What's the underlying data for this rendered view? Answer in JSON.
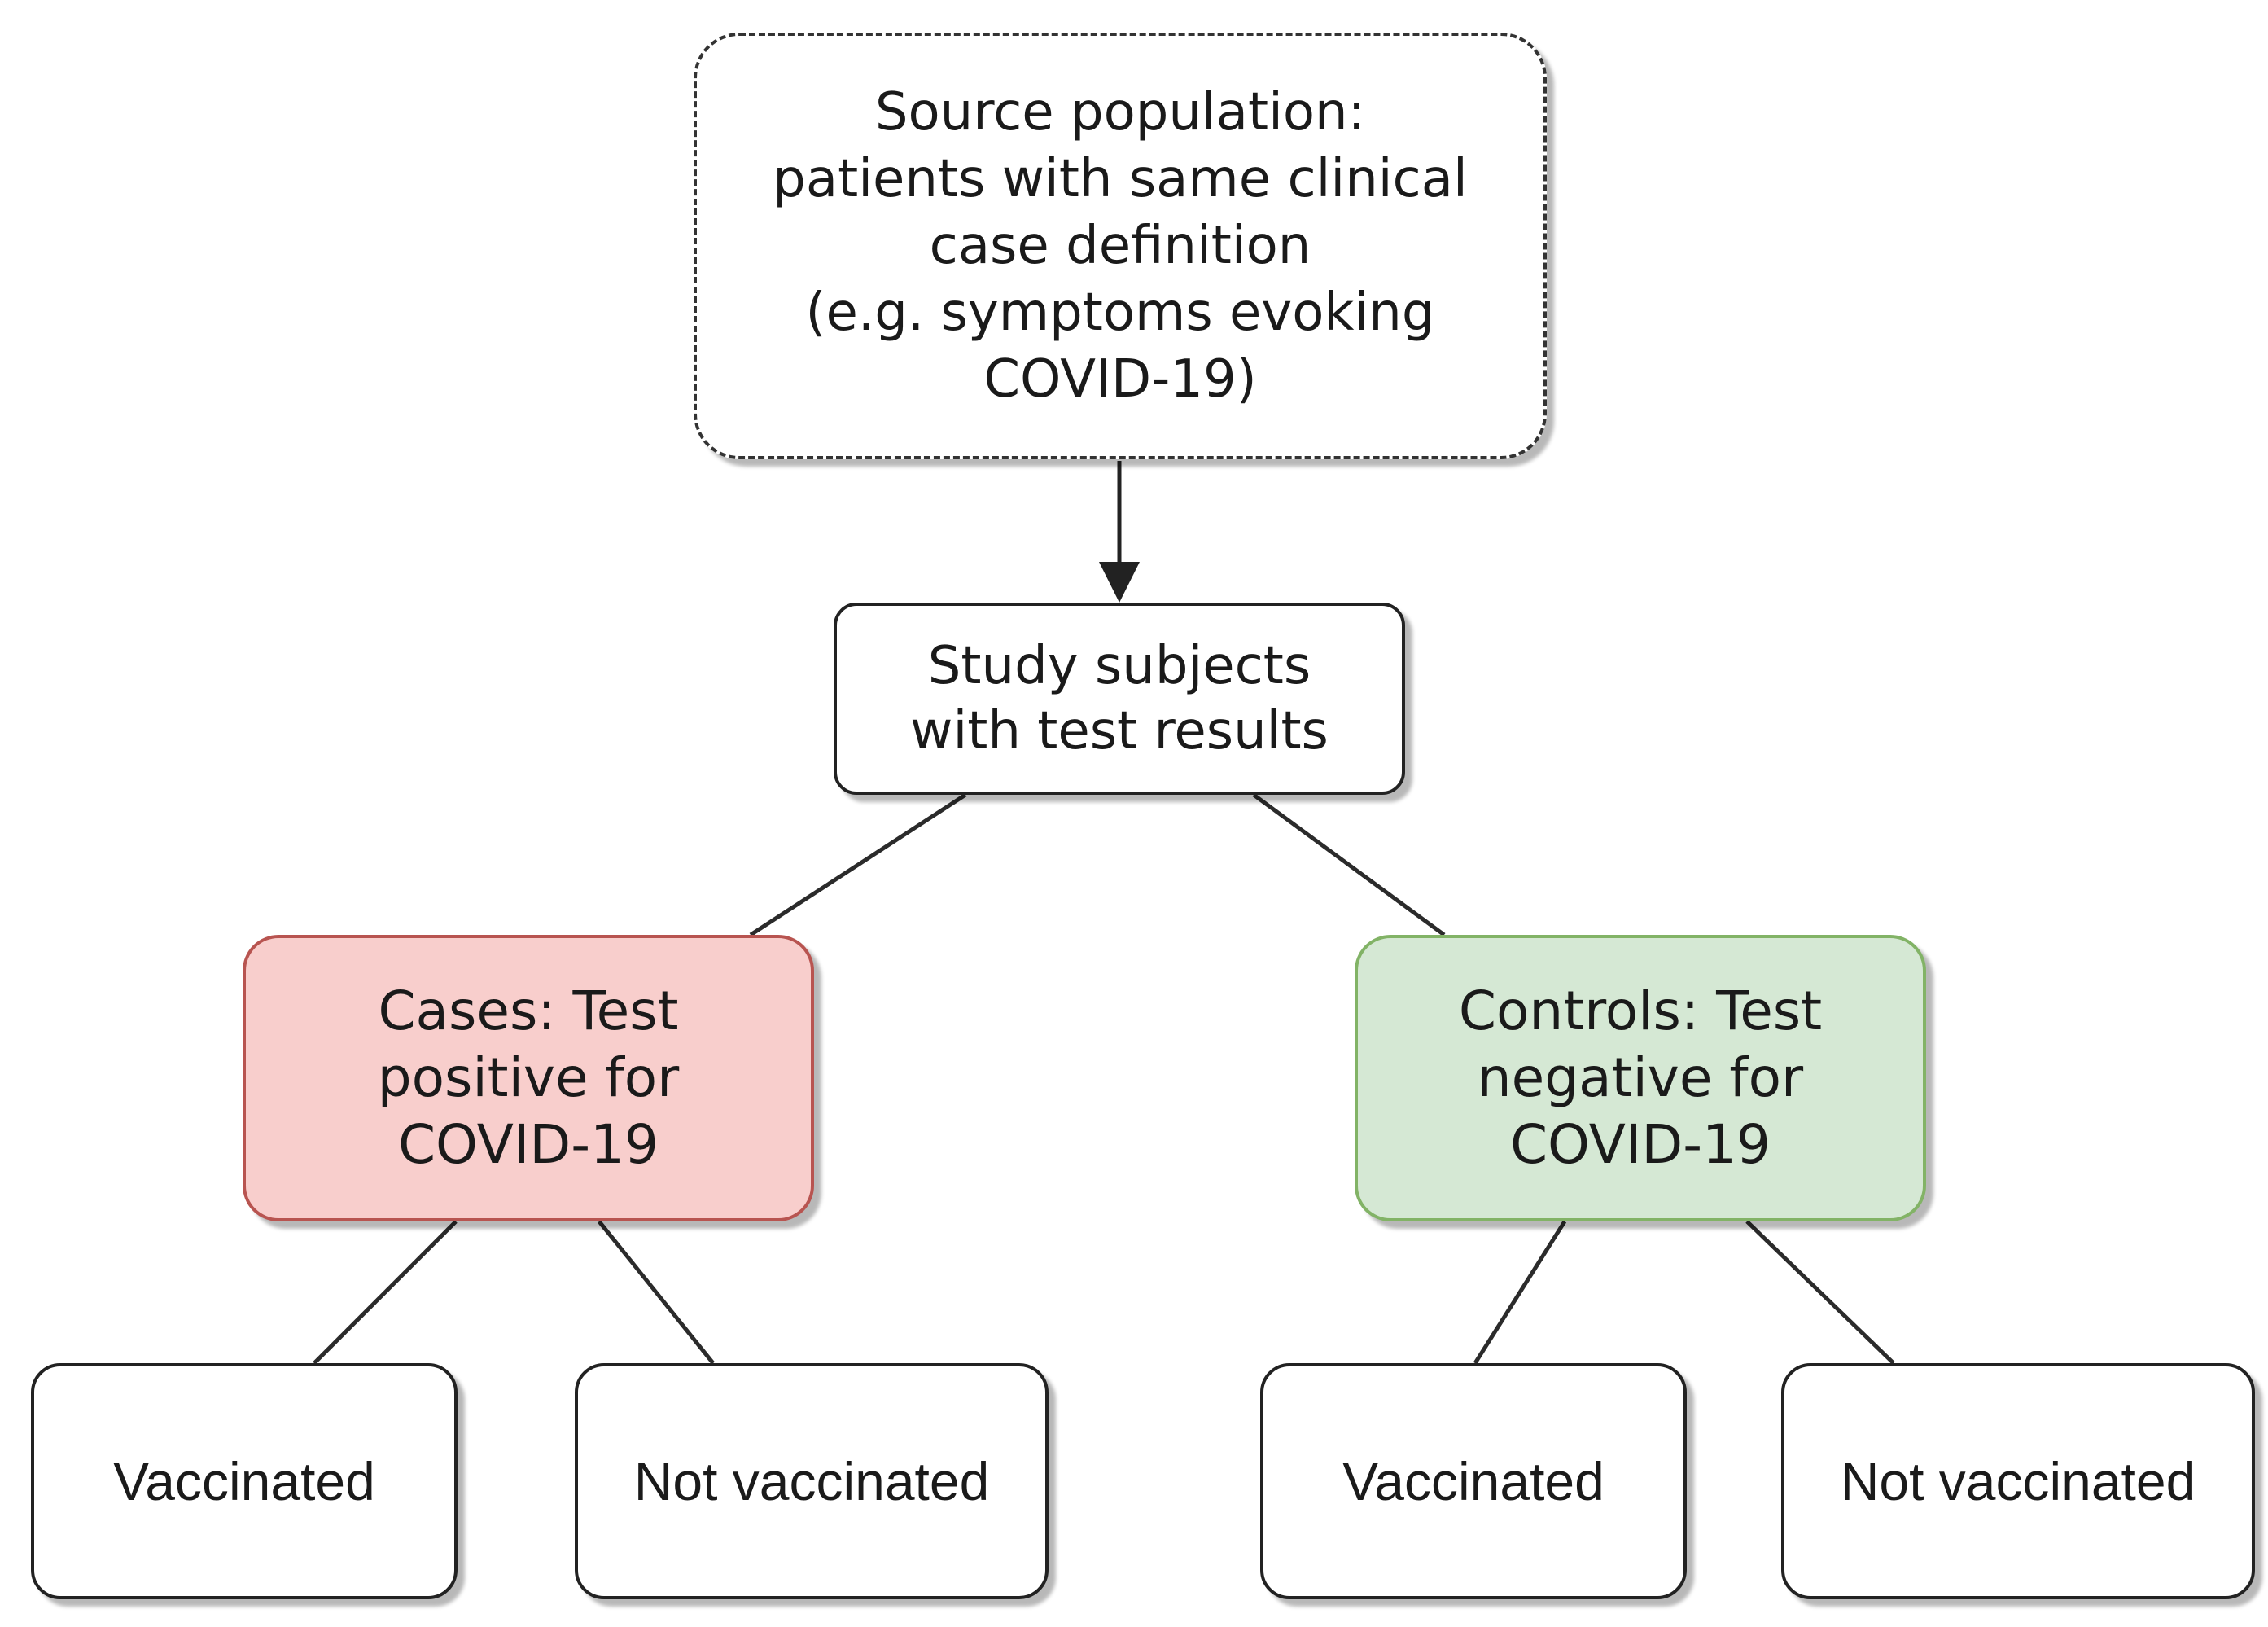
{
  "colors": {
    "cases_fill": "#f8cecc",
    "cases_border": "#b85450",
    "controls_fill": "#d5e8d4",
    "controls_border": "#82b366",
    "line": "#2b2b2b"
  },
  "nodes": {
    "source": {
      "text": "Source population:\npatients with same clinical\ncase definition\n (e.g. symptoms evoking\nCOVID-19)"
    },
    "study": {
      "text": "Study subjects\nwith test results"
    },
    "cases": {
      "text": "Cases: Test\npositive for\nCOVID-19"
    },
    "controls": {
      "text": "Controls: Test\nnegative for\nCOVID-19"
    },
    "cases_vaccinated": {
      "text": "Vaccinated"
    },
    "cases_not_vaccinated": {
      "text": "Not vaccinated"
    },
    "controls_vaccinated": {
      "text": "Vaccinated"
    },
    "controls_not_vaccinated": {
      "text": "Not vaccinated"
    }
  },
  "edges": [
    {
      "from": "source",
      "to": "study",
      "arrow": true
    },
    {
      "from": "study",
      "to": "cases",
      "arrow": false
    },
    {
      "from": "study",
      "to": "controls",
      "arrow": false
    },
    {
      "from": "cases",
      "to": "cases_vaccinated",
      "arrow": false
    },
    {
      "from": "cases",
      "to": "cases_not_vaccinated",
      "arrow": false
    },
    {
      "from": "controls",
      "to": "controls_vaccinated",
      "arrow": false
    },
    {
      "from": "controls",
      "to": "controls_not_vaccinated",
      "arrow": false
    }
  ]
}
